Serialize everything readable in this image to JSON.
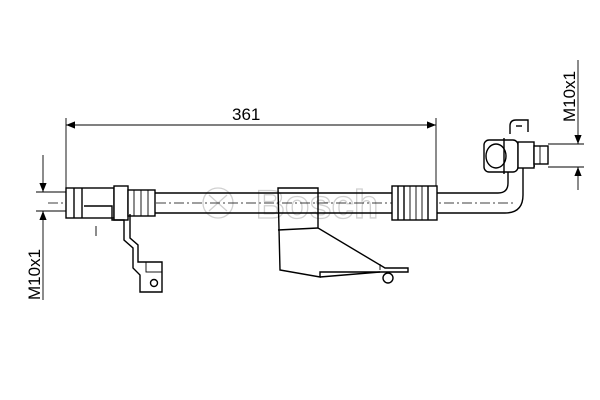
{
  "dimensions": {
    "length": "361",
    "thread_left": "M10x1",
    "thread_right": "M10x1"
  },
  "watermark": "Bosch"
}
